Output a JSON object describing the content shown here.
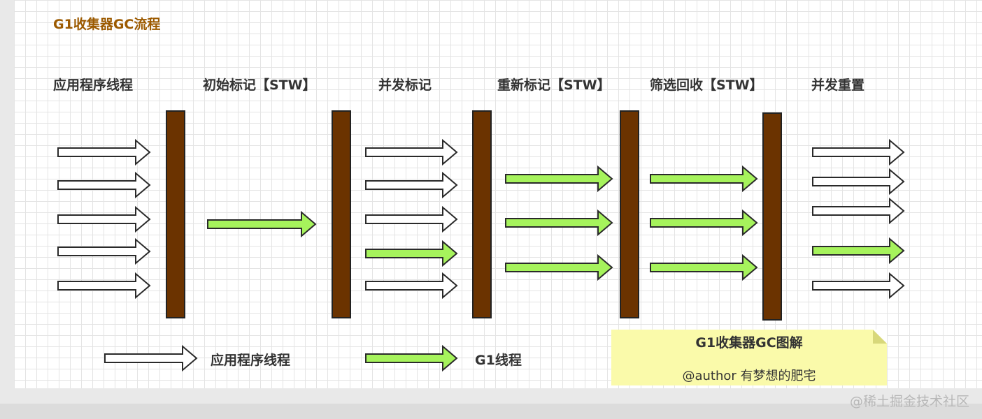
{
  "title": "G1收集器GC流程",
  "phases": [
    "应用程序线程",
    "初始标记【STW】",
    "并发标记",
    "重新标记【STW】",
    "筛选回收【STW】",
    "并发重置"
  ],
  "legend": {
    "app_thread_label": "应用程序线程",
    "g1_thread_label": "G1线程"
  },
  "note": {
    "title": "G1收集器GC图解",
    "author": "@author 有梦想的肥宅"
  },
  "watermark": "@稀土掘金技术社区",
  "colors": {
    "title": "#9c5a00",
    "barrier": "#6b3300",
    "g1_arrow": "#a6f35c",
    "app_arrow": "#ffffff",
    "note_bg": "#fafaaa"
  },
  "arrow_types": {
    "app": "app-thread-arrow",
    "g1": "g1-thread-arrow"
  },
  "arrow_groups": [
    {
      "phase": "应用程序线程",
      "arrows": [
        "app",
        "app",
        "app",
        "app",
        "app"
      ]
    },
    {
      "phase": "初始标记【STW】",
      "arrows": [
        "g1"
      ]
    },
    {
      "phase": "并发标记",
      "arrows": [
        "app",
        "app",
        "app",
        "g1",
        "app"
      ]
    },
    {
      "phase": "重新标记【STW】",
      "arrows": [
        "g1",
        "g1",
        "g1"
      ]
    },
    {
      "phase": "筛选回收【STW】",
      "arrows": [
        "g1",
        "g1",
        "g1"
      ]
    },
    {
      "phase": "并发重置",
      "arrows": [
        "app",
        "app",
        "app",
        "g1",
        "app"
      ]
    }
  ]
}
